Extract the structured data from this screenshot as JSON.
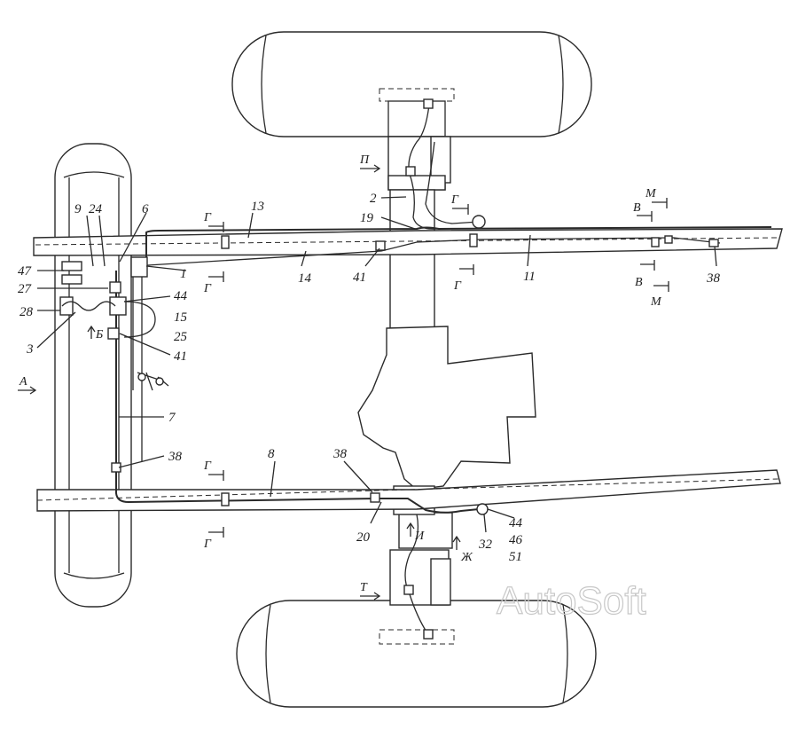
{
  "labels": {
    "n9": "9",
    "n24": "24",
    "n6": "6",
    "n13": "13",
    "n1": "1",
    "n14": "14",
    "n47": "47",
    "n27": "27",
    "n28": "28",
    "n3": "3",
    "n44a": "44",
    "n15": "15",
    "n25": "25",
    "n41a": "41",
    "n7": "7",
    "n38a": "38",
    "n8": "8",
    "n38b": "38",
    "n2": "2",
    "n19": "19",
    "n41b": "41",
    "n11": "11",
    "n38c": "38",
    "n20": "20",
    "n32": "32",
    "n44b": "44",
    "n46": "46",
    "n51": "51"
  },
  "views": {
    "A": "А",
    "B": "Б",
    "V1": "В",
    "V2": "В",
    "M1": "М",
    "M2": "М",
    "G1": "Г",
    "G2": "Г",
    "G3": "Г",
    "G4": "Г",
    "G5": "Г",
    "G6": "Г",
    "P": "П",
    "T": "Т",
    "I": "И",
    "ZH": "Ж"
  },
  "watermark": "AutoSoft"
}
